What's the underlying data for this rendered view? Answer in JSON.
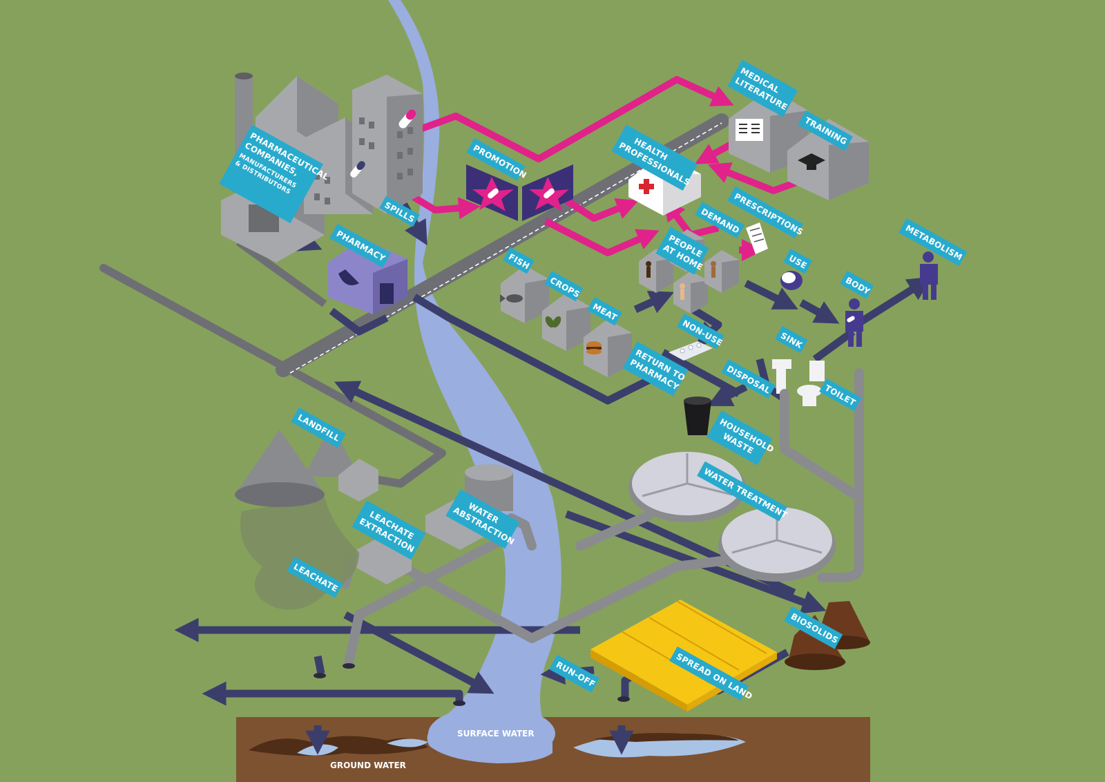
{
  "colors": {
    "background": "#86a15c",
    "label_fill": "#28aacd",
    "label_text": "#ffffff",
    "river": "#9aaee0",
    "flow_dark": "#3b3e6b",
    "flow_pink": "#e0228a",
    "pipe_grey": "#76777c",
    "building_grey": "#a7a8ab",
    "pharmacy": "#8d85c9",
    "yellow_field": "#f6c615",
    "biosolids_brown": "#6b3a1e",
    "soil_brown": "#7d5230"
  },
  "labels": {
    "pharma_line1": "PHARMACEUTICAL",
    "pharma_line2": "COMPANIES,",
    "pharma_line3": "MANUFACTURERS",
    "pharma_line4": "& DISTRIBUTORS",
    "spills": "SPILLS",
    "pharmacy": "PHARMACY",
    "promotion": "PROMOTION",
    "medical_line1": "MEDICAL",
    "medical_line2": "LITERATURE",
    "training": "TRAINING",
    "health_line1": "HEALTH",
    "health_line2": "PROFESSIONALS",
    "demand": "DEMAND",
    "prescriptions": "PRESCRIPTIONS",
    "people_line1": "PEOPLE",
    "people_line2": "AT HOME",
    "use": "USE",
    "metabolism": "METABOLISM",
    "body": "BODY",
    "fish": "FISH",
    "crops": "CROPS",
    "meat": "MEAT",
    "nonuse": "NON-USE",
    "return_line1": "RETURN TO",
    "return_line2": "PHARMACY",
    "sink": "SINK",
    "disposal": "DISPOSAL",
    "toilet": "TOILET",
    "household_line1": "HOUSEHOLD",
    "household_line2": "WASTE",
    "landfill": "LANDFILL",
    "water_abs_line1": "WATER",
    "water_abs_line2": "ABSTRACTION",
    "leachate_ext_line1": "LEACHATE",
    "leachate_ext_line2": "EXTRACTION",
    "water_treatment": "WATER TREATMENT",
    "leachate": "LEACHATE",
    "biosolids": "BIOSOLIDS",
    "runoff": "RUN-OFF",
    "spread": "SPREAD ON LAND",
    "surface_water": "SURFACE WATER",
    "ground_water": "GROUND WATER"
  },
  "icons": [
    "factory-icon",
    "pill-icon",
    "house-icon",
    "medical-cross-icon",
    "graduation-cap-icon",
    "document-icon",
    "person-icon",
    "fish-icon",
    "leaf-icon",
    "burger-icon",
    "bin-icon",
    "sink-icon",
    "toilet-icon",
    "pipe-icon",
    "arrow-icon"
  ]
}
